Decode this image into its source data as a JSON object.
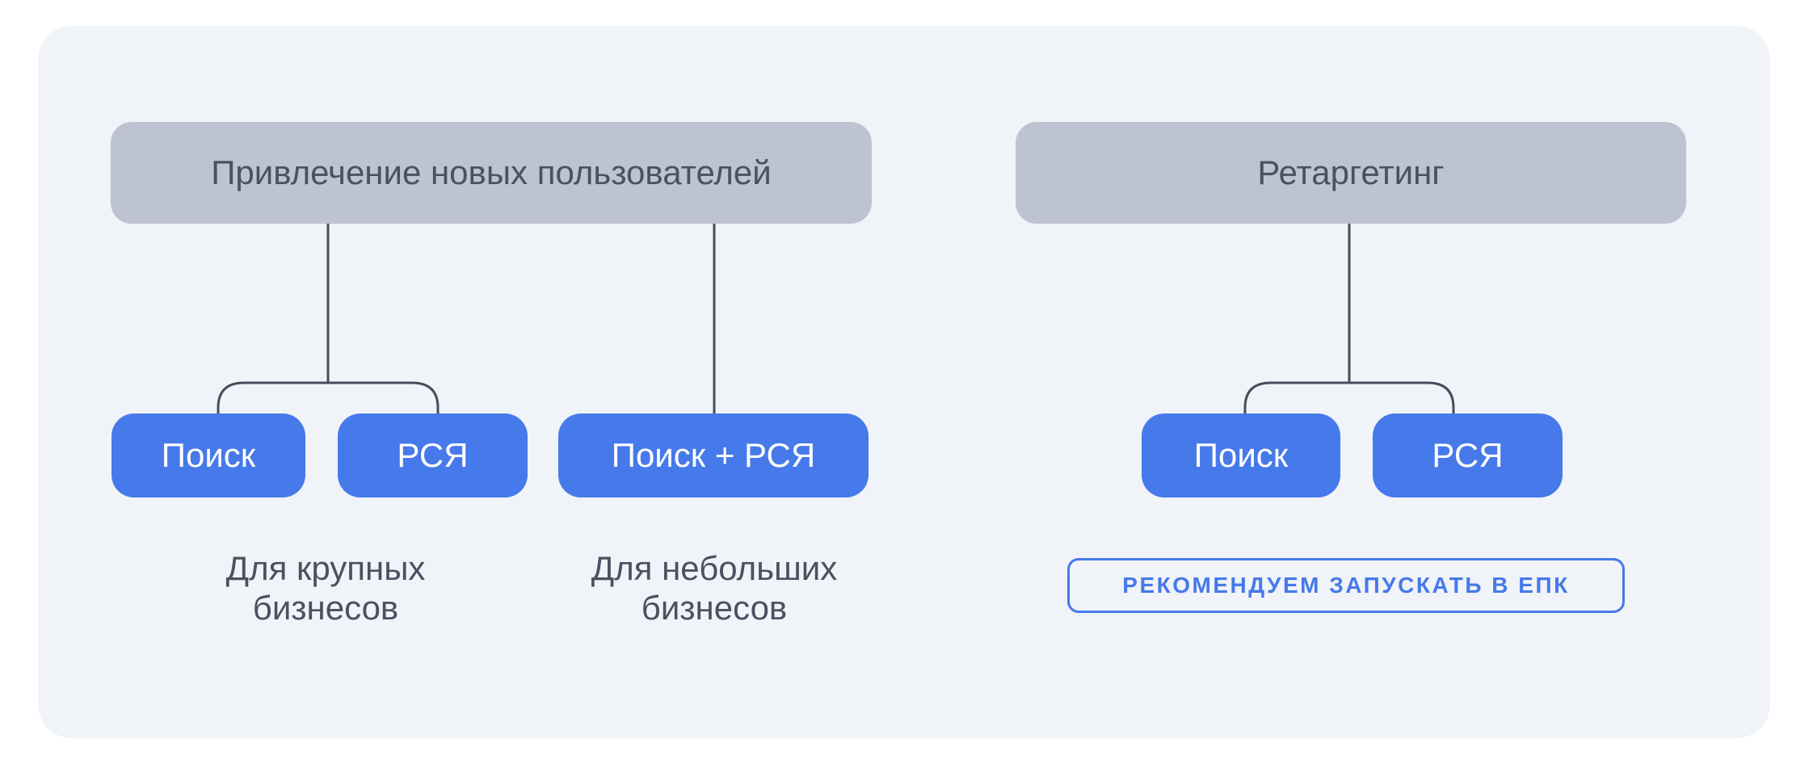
{
  "colors": {
    "page_bg": "#FFFFFF",
    "card_bg": "#F0F3F8",
    "header_fill": "#BEC3D1",
    "accent_blue": "#4679EA",
    "text_dark": "#4A5160",
    "connector_line": "#474D5C",
    "chip_text": "#FFFFFF"
  },
  "groups": [
    {
      "id": "new-users",
      "header": "Привлечение новых пользователей",
      "buttons": [
        "Поиск",
        "РСЯ",
        "Поиск + РСЯ"
      ],
      "captions": [
        "Для крупных бизнесов",
        "Для небольших бизнесов"
      ]
    },
    {
      "id": "retargeting",
      "header": "Ретаргетинг",
      "buttons": [
        "Поиск",
        "РСЯ"
      ],
      "badge": "РЕКОМЕНДУЕМ ЗАПУСКАТЬ В ЕПК"
    }
  ]
}
